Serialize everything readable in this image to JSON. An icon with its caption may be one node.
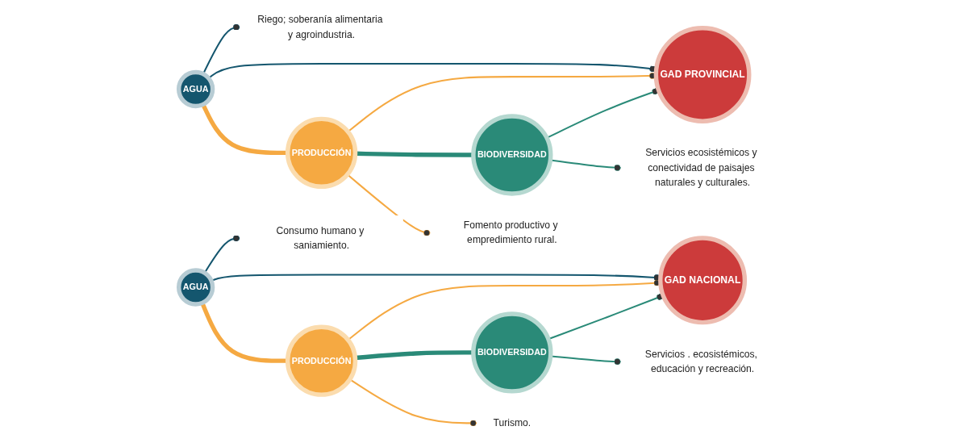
{
  "diagram": {
    "nodes": [
      {
        "text": [
          "AGUA"
        ]
      },
      {
        "text": [
          "Riego; soberanía alimentaria y agroindustria."
        ]
      },
      {
        "text": [
          "GAD PROVINCIAL"
        ]
      },
      {
        "text": [
          "PRODUCCIÓN"
        ]
      },
      {
        "text": [
          "Fomento productivo y empredimiento rural."
        ]
      },
      {
        "text": [
          "BIODIVERSIDAD"
        ]
      },
      {
        "text": [
          "Servicios ecosistémicos y conectividad de paisajes naturales y culturales."
        ]
      },
      {
        "text": [
          "AGUA"
        ]
      },
      {
        "text": [
          "Consumo humano y saniamiento."
        ]
      },
      {
        "text": [
          "GAD NACIONAL"
        ]
      },
      {
        "text": [
          "PRODUCCIÓN"
        ]
      },
      {
        "text": [
          "Turismo."
        ]
      },
      {
        "text": [
          "BIODIVERSIDAD"
        ]
      },
      {
        "text": [
          "Servicios . ecosistémicos, educación y recreación."
        ]
      }
    ],
    "edges": [
      {
        "from": 0,
        "to": 1,
        "arrow": "other",
        "color": "#14566e"
      },
      {
        "from": 0,
        "to": 2,
        "arrow": "other",
        "color": "#14566e"
      },
      {
        "from": 3,
        "to": 2,
        "arrow": "other",
        "color": "#f5a942"
      },
      {
        "from": 5,
        "to": 2,
        "arrow": "other",
        "color": "#2a8a78"
      },
      {
        "from": 0,
        "to": 3,
        "arrow": "none",
        "style": "thick",
        "color": "#f5a942"
      },
      {
        "from": 3,
        "to": 5,
        "arrow": "none",
        "style": "thick",
        "color": "#2a8a78"
      },
      {
        "from": 3,
        "to": 4,
        "arrow": "other",
        "color": "#f5a942"
      },
      {
        "from": 5,
        "to": 6,
        "arrow": "other",
        "color": "#2a8a78"
      },
      {
        "from": 7,
        "to": 8,
        "arrow": "other",
        "color": "#14566e"
      },
      {
        "from": 7,
        "to": 9,
        "arrow": "other",
        "color": "#14566e"
      },
      {
        "from": 10,
        "to": 9,
        "arrow": "other",
        "color": "#f5a942"
      },
      {
        "from": 12,
        "to": 9,
        "arrow": "other",
        "color": "#2a8a78"
      },
      {
        "from": 7,
        "to": 10,
        "arrow": "none",
        "style": "thick",
        "color": "#f5a942"
      },
      {
        "from": 10,
        "to": 12,
        "arrow": "none",
        "style": "thick",
        "color": "#2a8a78"
      },
      {
        "from": 10,
        "to": 11,
        "arrow": "other",
        "color": "#f5a942"
      },
      {
        "from": 12,
        "to": 13,
        "arrow": "other",
        "color": "#2a8a78"
      }
    ]
  }
}
